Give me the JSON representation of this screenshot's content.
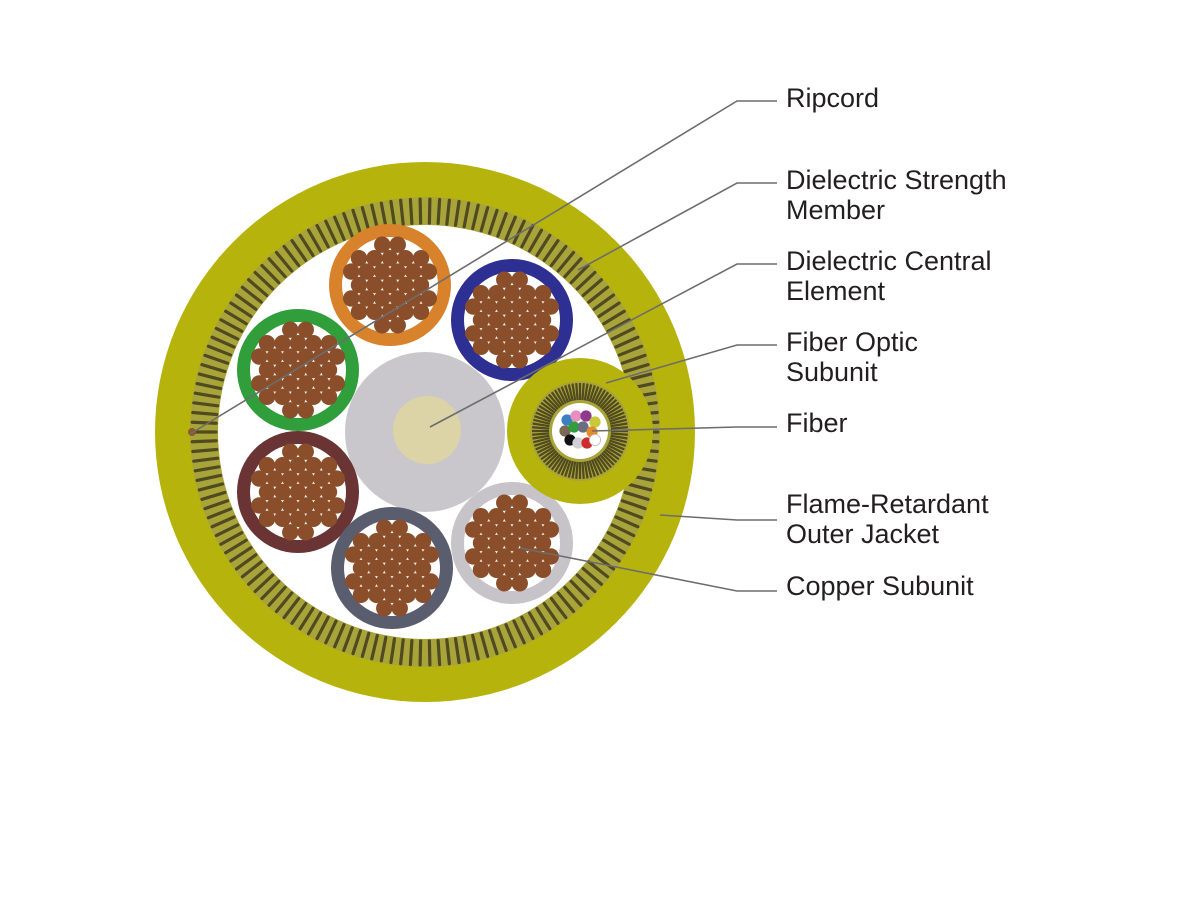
{
  "diagram": {
    "callouts": [
      {
        "id": "ripcord",
        "lines": [
          "Ripcord"
        ]
      },
      {
        "id": "strength-member",
        "lines": [
          "Dielectric Strength",
          "Member"
        ]
      },
      {
        "id": "central-element",
        "lines": [
          "Dielectric Central",
          "Element"
        ]
      },
      {
        "id": "fiber-subunit",
        "lines": [
          "Fiber Optic",
          "Subunit"
        ]
      },
      {
        "id": "fiber",
        "lines": [
          "Fiber"
        ]
      },
      {
        "id": "outer-jacket",
        "lines": [
          "Flame-Retardant",
          "Outer Jacket"
        ]
      },
      {
        "id": "copper-subunit",
        "lines": [
          "Copper Subunit"
        ]
      }
    ],
    "colors": {
      "jacket": "#b6b40c",
      "strength_dark": "#4f4a1f",
      "strength_light": "#a9a43a",
      "core_background": "#ffffff",
      "central_element": "#c9c7cb",
      "central_core": "#dcd3a6",
      "copper_wire": "#8a4e2b",
      "leader_line": "#6d6d6d",
      "ripcord": "#8a5a2a"
    },
    "copper_subunit_jackets": [
      "#d8822c",
      "#2e2f92",
      "#2f9e3b",
      "#6b3434",
      "#5a5d6e",
      "#c6c4c8"
    ],
    "fiber_colors": [
      "#3a7fc1",
      "#e88fc2",
      "#8e3a8e",
      "#2f9e3b",
      "#c8c83a",
      "#7a6a55",
      "#6a6f80",
      "#e28c2a",
      "#111111",
      "#d0cfd2",
      "#d12a2a",
      "#ffffff"
    ]
  }
}
